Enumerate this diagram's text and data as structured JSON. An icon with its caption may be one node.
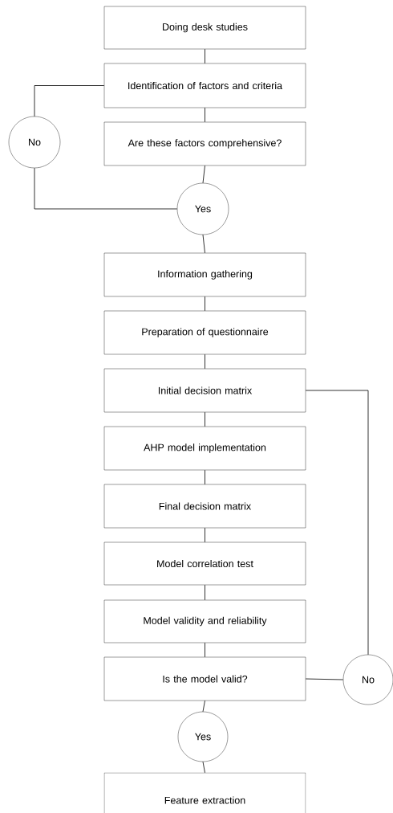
{
  "diagram": {
    "nodes": [
      {
        "text": [
          "Doing desk studies"
        ]
      },
      {
        "text": [
          "Identification of factors and criteria"
        ]
      },
      {
        "text": [
          "No"
        ]
      },
      {
        "text": [
          "Are these factors comprehensive?"
        ]
      },
      {
        "text": [
          "Yes"
        ]
      },
      {
        "text": [
          "Information gathering"
        ]
      },
      {
        "text": [
          "Preparation of questionnaire"
        ]
      },
      {
        "text": [
          "Initial decision matrix"
        ]
      },
      {
        "text": [
          "AHP model implementation"
        ]
      },
      {
        "text": [
          "Final decision matrix"
        ]
      },
      {
        "text": [
          "Model correlation test"
        ]
      },
      {
        "text": [
          "Model validity and reliability"
        ]
      },
      {
        "text": [
          "Is the model valid?"
        ]
      },
      {
        "text": [
          "No"
        ]
      },
      {
        "text": [
          "Yes"
        ]
      },
      {
        "text": [
          "Feature extraction"
        ]
      }
    ],
    "edges": [
      {
        "from": 0,
        "to": 1,
        "arrow": "none"
      },
      {
        "from": 1,
        "to": 3,
        "arrow": "none"
      },
      {
        "from": 1,
        "to": 2,
        "arrow": "none"
      },
      {
        "from": 2,
        "to": 4,
        "arrow": "none"
      },
      {
        "from": 3,
        "to": 4,
        "arrow": "none"
      },
      {
        "from": 4,
        "to": 5,
        "arrow": "none"
      },
      {
        "from": 5,
        "to": 6,
        "arrow": "none"
      },
      {
        "from": 6,
        "to": 7,
        "arrow": "none"
      },
      {
        "from": 7,
        "to": 8,
        "arrow": "none"
      },
      {
        "from": 8,
        "to": 9,
        "arrow": "none"
      },
      {
        "from": 9,
        "to": 10,
        "arrow": "none"
      },
      {
        "from": 10,
        "to": 11,
        "arrow": "none"
      },
      {
        "from": 11,
        "to": 12,
        "arrow": "none"
      },
      {
        "from": 12,
        "to": 13,
        "arrow": "none"
      },
      {
        "from": 13,
        "to": 7,
        "arrow": "none"
      },
      {
        "from": 12,
        "to": 14,
        "arrow": "none"
      },
      {
        "from": 14,
        "to": 15,
        "arrow": "none"
      }
    ]
  }
}
